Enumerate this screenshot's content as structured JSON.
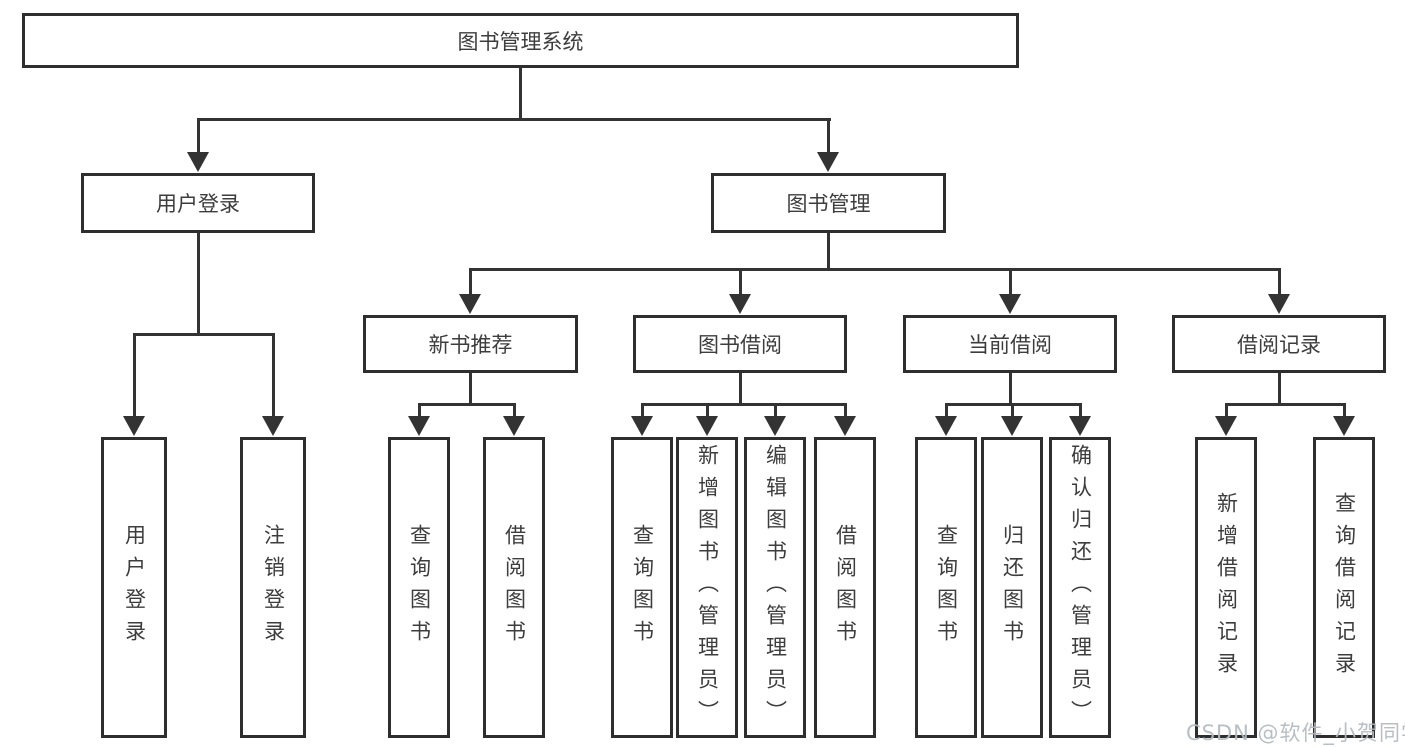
{
  "title": "图书管理系统",
  "nodes": {
    "root": "图书管理系统",
    "user_login": "用户登录",
    "book_management": "图书管理",
    "new_book_recommend": "新书推荐",
    "book_borrowing": "图书借阅",
    "current_borrowing": "当前借阅",
    "borrow_records": "借阅记录",
    "leaf_user_login": "用户登录",
    "leaf_logout": "注销登录",
    "leaf_nb_query": "查询图书",
    "leaf_nb_borrow": "借阅图书",
    "leaf_bb_query": "查询图书",
    "leaf_bb_add": "新增图书（管理员）",
    "leaf_bb_edit": "编辑图书（管理员）",
    "leaf_bb_borrow": "借阅图书",
    "leaf_cb_query": "查询图书",
    "leaf_cb_return": "归还图书",
    "leaf_cb_confirm": "确认归还（管理员）",
    "leaf_br_add": "新增借阅记录",
    "leaf_br_query": "查询借阅记录"
  },
  "hierarchy": {
    "图书管理系统": {
      "用户登录": [
        "用户登录",
        "注销登录"
      ],
      "图书管理": {
        "新书推荐": [
          "查询图书",
          "借阅图书"
        ],
        "图书借阅": [
          "查询图书",
          "新增图书（管理员）",
          "编辑图书（管理员）",
          "借阅图书"
        ],
        "当前借阅": [
          "查询图书",
          "归还图书",
          "确认归还（管理员）"
        ],
        "借阅记录": [
          "新增借阅记录",
          "查询借阅记录"
        ]
      }
    }
  },
  "watermark": "CSDN @软件_小贺同学",
  "colors": {
    "line": "#333333",
    "box_border": "#2e2e2e",
    "text": "#3d3d3d",
    "watermark": "#b5bbc1",
    "background": "#ffffff"
  }
}
